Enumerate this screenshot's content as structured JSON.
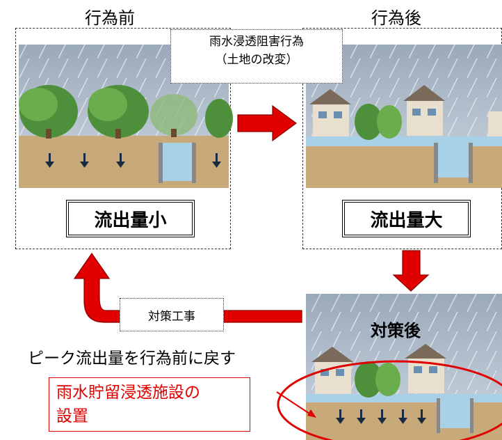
{
  "before": {
    "title": "行為前",
    "label": "流出量小"
  },
  "after": {
    "title": "行為後",
    "label": "流出量大"
  },
  "act_label": {
    "line1": "雨水浸透阻害行為",
    "line2": "（土地の改変）"
  },
  "countermeasure": {
    "title": "対策後",
    "work_label": "対策工事"
  },
  "caption": "ピーク流出量を行為前に戻す",
  "facility_label": {
    "line1": "雨水貯留浸透施設の",
    "line2": "設置"
  },
  "colors": {
    "arrow_red": "#e00000",
    "soil": "#c8a97a",
    "sky": "#b9c6d6",
    "tree": "#4d8f3a",
    "water": "#a8d0e6"
  },
  "icons": [
    "tree-icon",
    "house-icon",
    "rain-icon",
    "down-arrow-icon"
  ]
}
